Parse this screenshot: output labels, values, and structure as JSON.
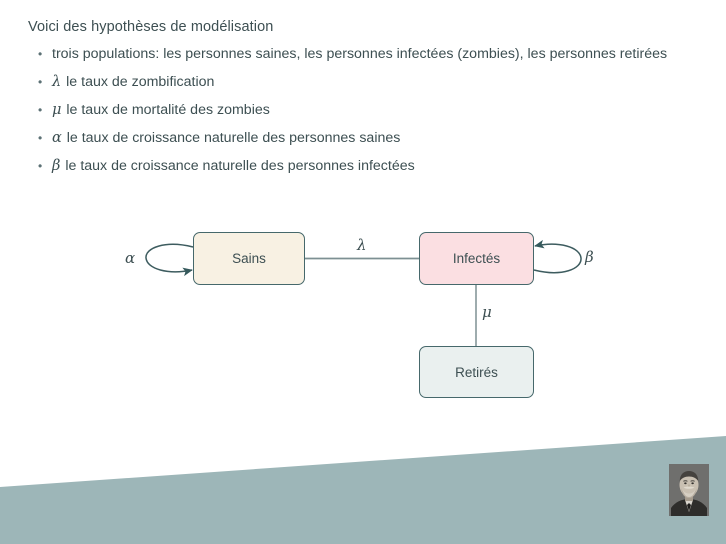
{
  "slide": {
    "background_color": "#ffffff",
    "text_color": "#3d4f52",
    "band_color": "#9db6b8"
  },
  "content": {
    "intro": "Voici des hypothèses de modélisation",
    "bullet_marker": "•",
    "bullets": [
      {
        "symbol": "",
        "text": "trois populations:  les personnes saines, les personnes infectées (zombies), les personnes retirées"
      },
      {
        "symbol": "λ",
        "text": " le taux de zombification"
      },
      {
        "symbol": "μ",
        "text": " le taux de mortalité des zombies"
      },
      {
        "symbol": "α",
        "text": " le taux de croissance naturelle des personnes saines"
      },
      {
        "symbol": "β",
        "text": " le taux de croissance naturelle des personnes infectées"
      }
    ]
  },
  "diagram": {
    "nodes": [
      {
        "id": "sains",
        "label": "Sains",
        "fill": "#f8f1e3",
        "border": "#46686b"
      },
      {
        "id": "infectes",
        "label": "Infectés",
        "fill": "#fbdfe2",
        "border": "#46686b"
      },
      {
        "id": "retires",
        "label": "Retirés",
        "fill": "#eaf0ef",
        "border": "#46686b"
      }
    ],
    "edges": [
      {
        "id": "alpha-loop",
        "label": "α",
        "from": "sains",
        "to": "sains",
        "arrow": true
      },
      {
        "id": "lambda-edge",
        "label": "λ",
        "from": "sains",
        "to": "infectes",
        "arrow": false
      },
      {
        "id": "beta-loop",
        "label": "β",
        "from": "infectes",
        "to": "infectes",
        "arrow": true
      },
      {
        "id": "mu-edge",
        "label": "μ",
        "from": "infectes",
        "to": "retires",
        "arrow": false
      }
    ],
    "edge_color": "#7d9093",
    "loop_color": "#3d5c5f"
  },
  "footer": {
    "portrait_alt": "portrait-photo"
  }
}
